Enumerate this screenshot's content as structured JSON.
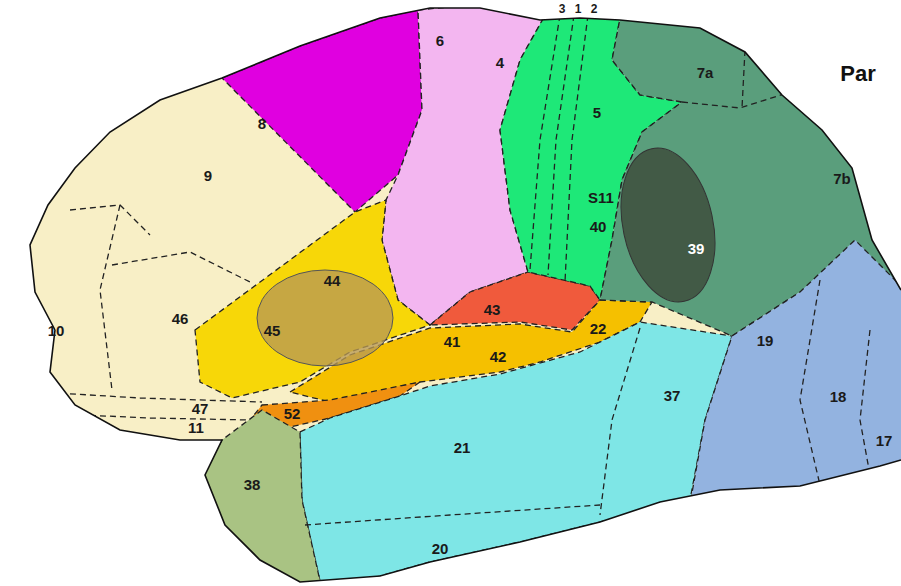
{
  "diagram": {
    "labels": [
      "Par",
      "3",
      "1",
      "2",
      "6",
      "4",
      "8",
      "7a",
      "9",
      "5",
      "S11",
      "40",
      "39",
      "7b",
      "10",
      "46",
      "44",
      "45",
      "41",
      "43",
      "22",
      "42",
      "19",
      "18",
      "17",
      "47",
      "11",
      "52",
      "21",
      "37",
      "38",
      "20"
    ]
  }
}
